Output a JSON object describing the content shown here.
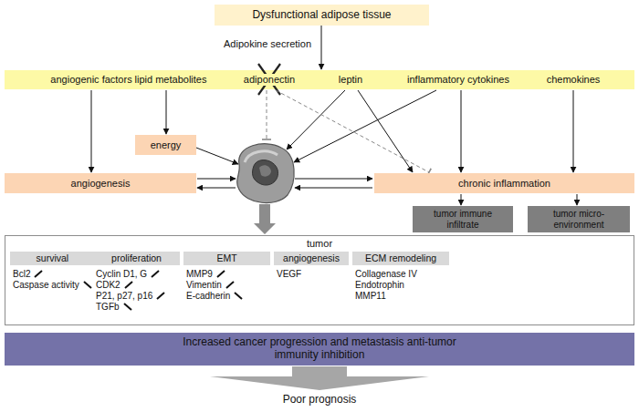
{
  "diagram": {
    "nodes": [
      {
        "text": [
          "Dysfunctional adipose tissue"
        ]
      },
      {
        "text": [
          "angiogenic factors"
        ]
      },
      {
        "text": [
          "lipid metabolites"
        ]
      },
      {
        "text": [
          "adiponectin"
        ]
      },
      {
        "text": [
          "leptin"
        ]
      },
      {
        "text": [
          "inflammatory cytokines"
        ]
      },
      {
        "text": [
          "chemokines"
        ]
      },
      {
        "text": [
          "energy"
        ]
      },
      {
        "text": [
          "angiogenesis"
        ]
      },
      {
        "text": [
          "chronic inflammation"
        ]
      },
      {
        "text": [
          "tumor immune infiltrate"
        ]
      },
      {
        "text": [
          "tumor micro-environment"
        ]
      },
      {
        "text": [
          "tumor"
        ]
      },
      {
        "text": [
          "survival",
          "Bcl2",
          "Caspase activity"
        ],
        "in": 12
      },
      {
        "text": [
          "proliferation",
          "Cyclin D1, G",
          "CDK2",
          "P21, p27, p16",
          "TGFb"
        ],
        "in": 12
      },
      {
        "text": [
          "EMT",
          "MMP9",
          "Vimentin",
          "E-cadherin"
        ],
        "in": 12
      },
      {
        "text": [
          "angiogenesis",
          "VEGF"
        ],
        "in": 12
      },
      {
        "text": [
          "ECM remodeling",
          "Collagenase IV",
          "Endotrophin",
          "MMP11"
        ],
        "in": 12
      },
      {
        "text": [
          "Increased cancer progression and metastasis anti-tumor immunity inhibition"
        ]
      }
    ],
    "edges": [
      {
        "from": 1,
        "to": 8,
        "arrow": "to"
      },
      {
        "from": 2,
        "to": 7,
        "arrow": "to"
      },
      {
        "from": 3,
        "to": 9,
        "arrow": "to"
      },
      {
        "from": 4,
        "to": 9,
        "arrow": "to"
      },
      {
        "from": 5,
        "to": 9,
        "arrow": "to"
      },
      {
        "from": 6,
        "to": 9,
        "arrow": "to"
      },
      {
        "from": 9,
        "to": 10,
        "arrow": "to"
      },
      {
        "from": 9,
        "to": 11,
        "arrow": "to"
      }
    ],
    "labels": [
      "Adipokine secretion",
      "Poor prognosis"
    ]
  }
}
